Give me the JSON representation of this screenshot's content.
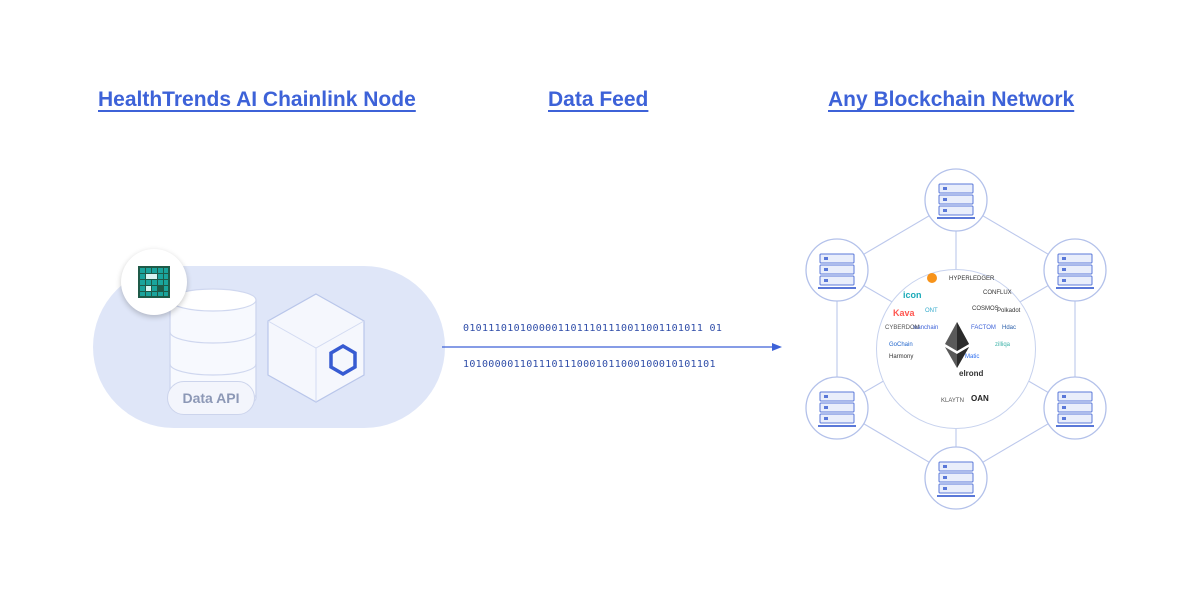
{
  "headings": {
    "node": "HealthTrends AI Chainlink Node",
    "feed": "Data Feed",
    "network": "Any Blockchain Network"
  },
  "node": {
    "data_api_label": "Data API"
  },
  "feed": {
    "bits_top": "01011101010000011011101110011001101011 01",
    "bits_bottom": "1010000011011101110001011000100010101101"
  },
  "network": {
    "brands": [
      {
        "label": "HYPERLEDGER",
        "color": "#333333"
      },
      {
        "label": "icon",
        "color": "#1aaab8"
      },
      {
        "label": "Kava",
        "color": "#ff564f"
      },
      {
        "label": "COSMOS",
        "color": "#333333"
      },
      {
        "label": "Polkadot",
        "color": "#333333"
      },
      {
        "label": "CONFLUX",
        "color": "#333333"
      },
      {
        "label": "wanchain",
        "color": "#3d62d8"
      },
      {
        "label": "FACTOM",
        "color": "#3d62d8"
      },
      {
        "label": "Hdac",
        "color": "#2a5ea8"
      },
      {
        "label": "GoChain",
        "color": "#2266cc"
      },
      {
        "label": "Harmony",
        "color": "#333333"
      },
      {
        "label": "Matic",
        "color": "#2b6def"
      },
      {
        "label": "zilliqa",
        "color": "#3db3a8"
      },
      {
        "label": "elrond",
        "color": "#333333"
      },
      {
        "label": "OAN",
        "color": "#222222"
      },
      {
        "label": "KLAYTN",
        "color": "#555555"
      },
      {
        "label": "CYBERDOM",
        "color": "#555555"
      },
      {
        "label": "ONT",
        "color": "#33aacc"
      }
    ]
  },
  "colors": {
    "accent": "#3d62d8",
    "pill_bg": "#dfe6f8",
    "server_fill": "#e9eefb",
    "server_stroke": "#5a78d8",
    "chainlink_blue": "#375bd2",
    "logo_teal": "#1aa49c",
    "logo_green": "#1e5a48"
  },
  "icons": [
    "database-icon",
    "chainlink-cube-icon",
    "healthtrends-logo-icon",
    "server-icon",
    "ethereum-icon",
    "bitcoin-icon",
    "arrow-icon"
  ]
}
